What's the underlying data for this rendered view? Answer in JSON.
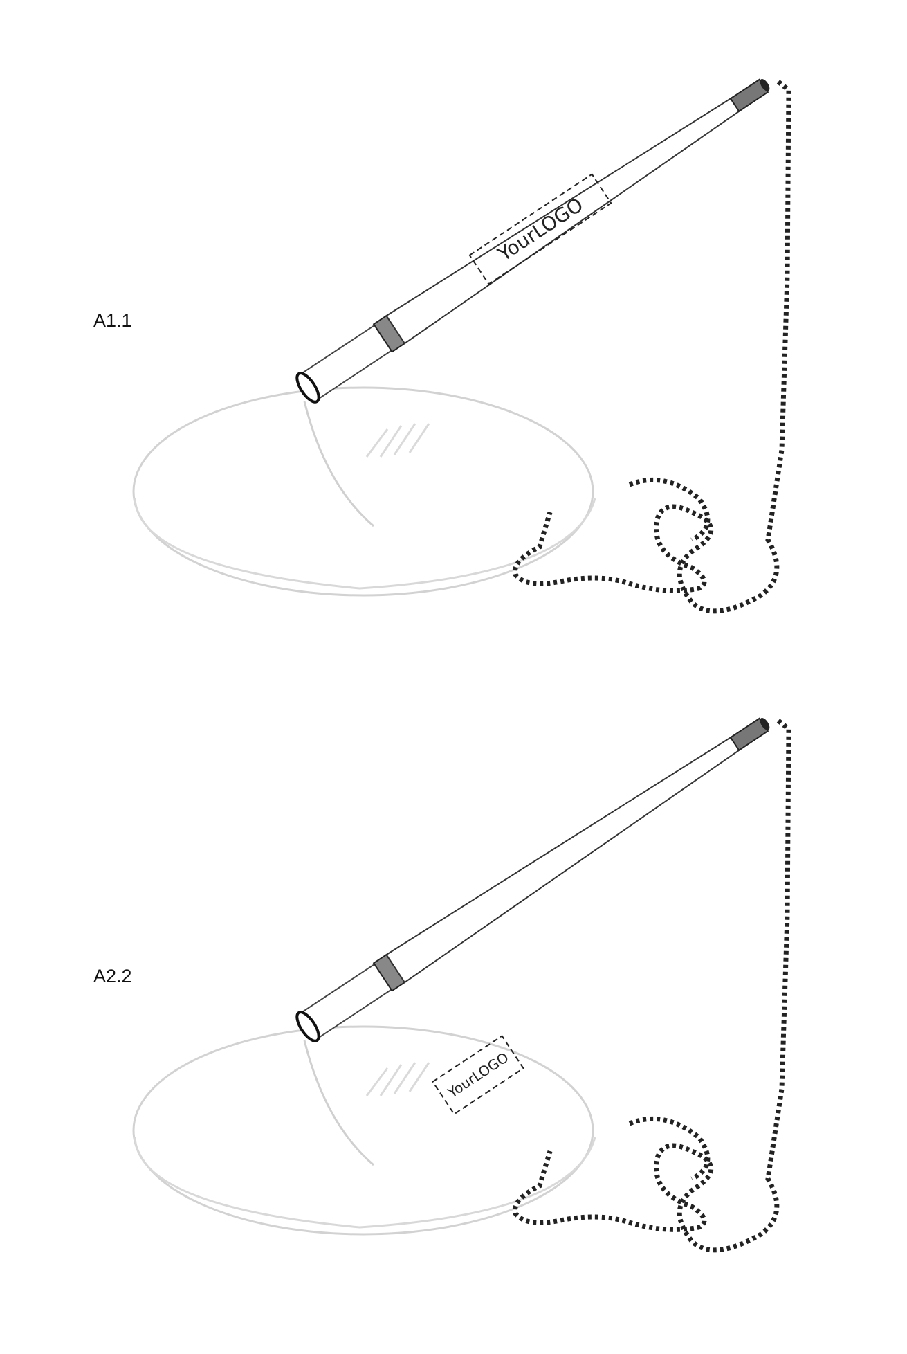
{
  "variants": [
    {
      "label": "A1.1",
      "logo_text": "YourLOGO",
      "logo_position": "pen barrel"
    },
    {
      "label": "A2.2",
      "logo_text": "YourLOGO",
      "logo_position": "base"
    }
  ],
  "colors": {
    "line": "#222222",
    "sketch": "#cfcfcf",
    "background": "#ffffff"
  }
}
